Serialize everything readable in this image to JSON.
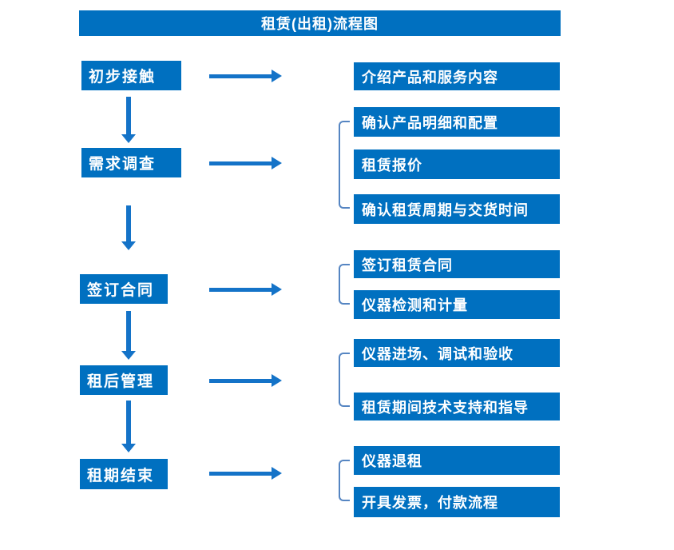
{
  "title": "租赁(出租)流程图",
  "colors": {
    "bg": "#ffffff",
    "box": "#0070c0",
    "arrow": "#1473c8",
    "bracket": "#5585c2",
    "boxText": "#ffffff"
  },
  "steps": [
    {
      "label": "初步接触",
      "details": [
        "介绍产品和服务内容"
      ]
    },
    {
      "label": "需求调查",
      "details": [
        "确认产品明细和配置",
        "租赁报价",
        "确认租赁周期与交货时间"
      ]
    },
    {
      "label": "签订合同",
      "details": [
        "签订租赁合同",
        "仪器检测和计量"
      ]
    },
    {
      "label": "租后管理",
      "details": [
        "仪器进场、调试和验收",
        "租赁期间技术支持和指导"
      ]
    },
    {
      "label": "租期结束",
      "details": [
        "仪器退租",
        "开具发票，付款流程"
      ]
    }
  ]
}
